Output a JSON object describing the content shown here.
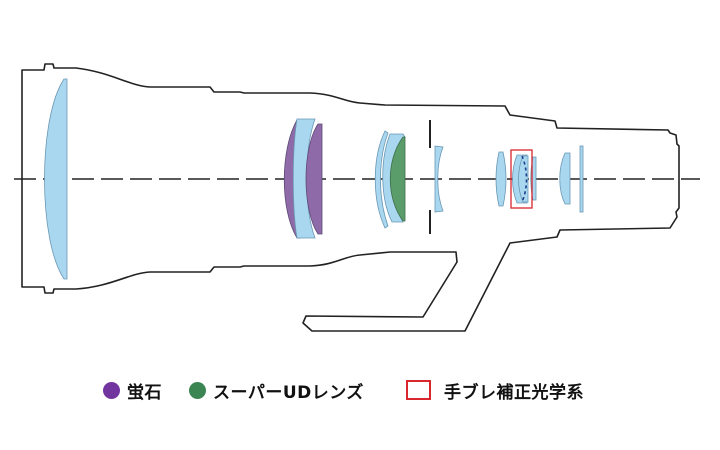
{
  "colors": {
    "outline": "#222222",
    "lens_standard": "#a9d7ef",
    "lens_fluorite": "#8f6aa9",
    "lens_super_ud": "#5b9c6b",
    "legend_fluorite": "#7235a0",
    "legend_super_ud": "#3b8553",
    "is_group_box": "#d9272e",
    "is_dashes": "#1f3c88"
  },
  "legend": {
    "fluorite_label": "蛍石",
    "super_ud_label": "スーパーUDレンズ",
    "is_label": "手ブレ補正光学系"
  }
}
